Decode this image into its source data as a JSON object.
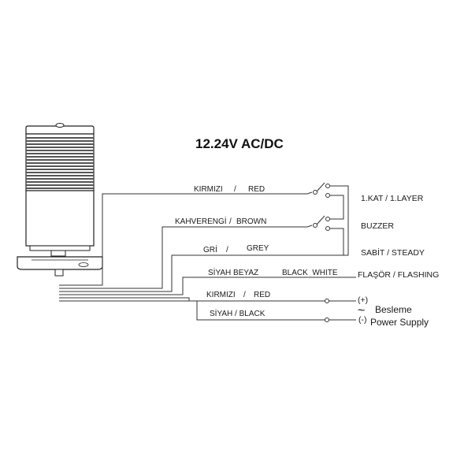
{
  "title": "12.24V AC/DC",
  "wires": {
    "red_1": {
      "tr": "KIRMIZI",
      "sep": "/",
      "en": "RED"
    },
    "brown": {
      "tr": "KAHVERENGİ",
      "sep": "/",
      "en": "BROWN"
    },
    "grey": {
      "tr": "GRİ",
      "sep": "/",
      "en": "GREY"
    },
    "white": {
      "tr": "SİYAH BEYAZ",
      "en": "BLACK  WHITE"
    },
    "red_2": {
      "tr": "KIRMIZI",
      "sep": "/",
      "en": "RED"
    },
    "black": {
      "text": "SİYAH / BLACK"
    }
  },
  "outputs": {
    "layer": "1.KAT / 1.LAYER",
    "buzzer": "BUZZER",
    "steady": "SABİT / STEADY",
    "flashing": "FLAŞÖR / FLASHING"
  },
  "supply": {
    "plus": "(+)",
    "tilde": "~",
    "besleme": "Besleme",
    "minus": "(-)",
    "power": "Power Supply"
  }
}
